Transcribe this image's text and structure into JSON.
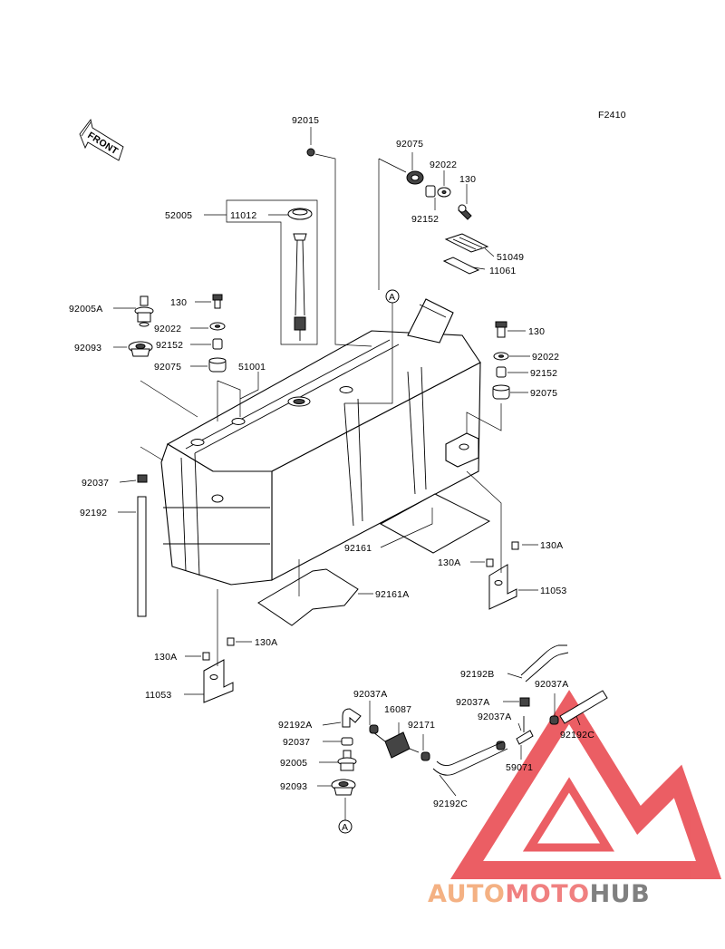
{
  "figure_code": "F2410",
  "front_label": "FRONT",
  "ref_mark": "A",
  "labels": {
    "92015": "92015",
    "92075_top": "92075",
    "92022_top": "92022",
    "130_top": "130",
    "92152_top": "92152",
    "52005": "52005",
    "11012": "11012",
    "51049": "51049",
    "11061": "11061",
    "92005A": "92005A",
    "130_left": "130",
    "92022_left": "92022",
    "92093_left": "92093",
    "92152_left": "92152",
    "92075_left": "92075",
    "51001": "51001",
    "130_right": "130",
    "92022_right": "92022",
    "92152_right": "92152",
    "92075_right": "92075",
    "92037_left": "92037",
    "92192": "92192",
    "92161": "92161",
    "130A_r1": "130A",
    "130A_r2": "130A",
    "11053_right": "11053",
    "92161A": "92161A",
    "130A_l1": "130A",
    "130A_l2": "130A",
    "11053_left": "11053",
    "92192B": "92192B",
    "92037A_1": "92037A",
    "92037A_2": "92037A",
    "92037A_3": "92037A",
    "92037A_4": "92037A",
    "16087": "16087",
    "92192A": "92192A",
    "92171": "92171",
    "92037_low": "92037",
    "92005": "92005",
    "92093_low": "92093",
    "59071": "59071",
    "92192C_1": "92192C",
    "92192C_2": "92192C"
  },
  "watermark": {
    "part1": "AUTO",
    "part2": "MOTO",
    "part3": "HUB",
    "color1": "#f4b183",
    "color2": "#f08080",
    "color3": "#808080",
    "logo_color": "#e8434a"
  }
}
